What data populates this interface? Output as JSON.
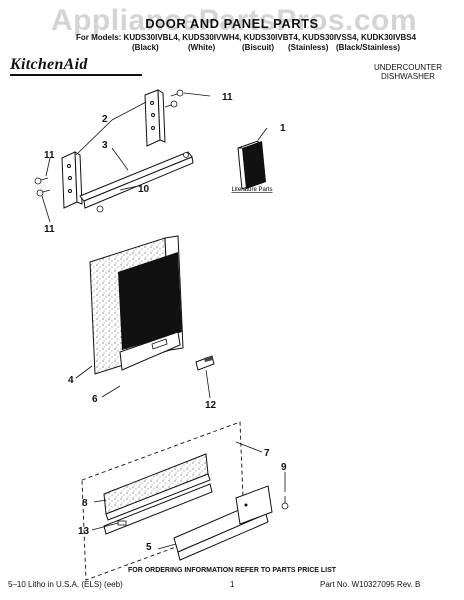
{
  "watermark": "AppliancePartsPros.com",
  "title": "DOOR AND PANEL PARTS",
  "models_line": "For Models: KUDS30IVBL4, KUDS30IVWH4, KUDS30IVBT4, KUDS30IVSS4, KUDK30IVBS4",
  "finishes": [
    "(Black)",
    "(White)",
    "(Biscuit)",
    "(Stainless)",
    "(Black/Stainless)"
  ],
  "brand": "KitchenAid",
  "subtitle_line1": "UNDERCOUNTER",
  "subtitle_line2": "DISHWASHER",
  "literature_label": "Literature Parts",
  "callouts": {
    "c1": "1",
    "c2": "2",
    "c3": "3",
    "c4": "4",
    "c5": "5",
    "c6": "6",
    "c7": "7",
    "c8": "8",
    "c9": "9",
    "c10": "10",
    "c11a": "11",
    "c11b": "11",
    "c11c": "11",
    "c12": "12",
    "c13": "13"
  },
  "order_note": "FOR ORDERING INFORMATION REFER TO PARTS PRICE LIST",
  "footer": {
    "left": "5–10 Litho in U.S.A. (ELS) (eeb)",
    "center": "1",
    "right": "Part No. W10327095 Rev. B"
  }
}
